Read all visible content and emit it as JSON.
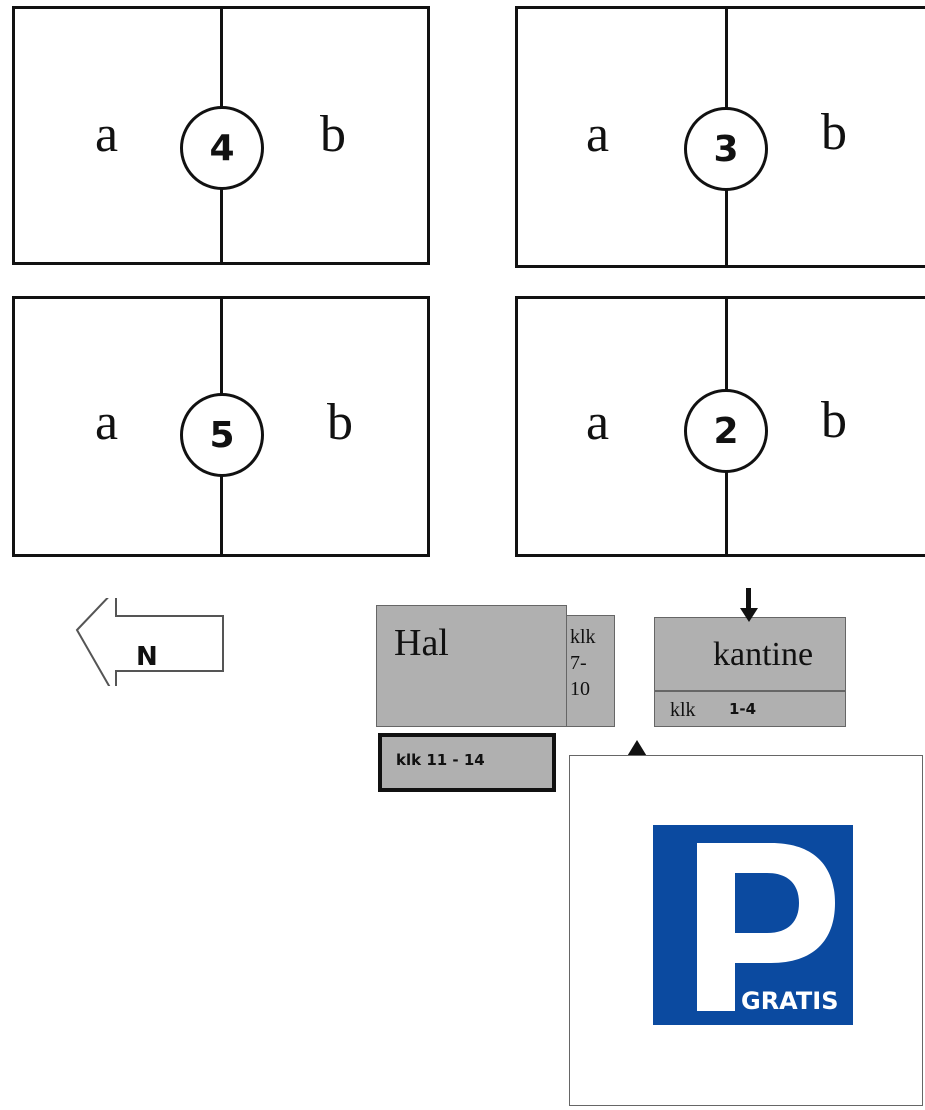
{
  "fields": [
    {
      "id": "4",
      "number": "4",
      "left": "a",
      "right": "b"
    },
    {
      "id": "3",
      "number": "3",
      "left": "a",
      "right": "b"
    },
    {
      "id": "5",
      "number": "5",
      "left": "a",
      "right": "b"
    },
    {
      "id": "2",
      "number": "2",
      "left": "a",
      "right": "b"
    }
  ],
  "compass": {
    "label": "N",
    "direction": "west"
  },
  "buildings": {
    "hal": "Hal",
    "klk_7_10": [
      "klk",
      "7-",
      "10"
    ],
    "kantine": "kantine",
    "klk_1_4_prefix": "klk",
    "klk_1_4_value": "1-4",
    "klk_11_14": "klk 11 - 14"
  },
  "parking": {
    "letter": "P",
    "text": "GRATIS",
    "color": "#0b4aa0"
  }
}
